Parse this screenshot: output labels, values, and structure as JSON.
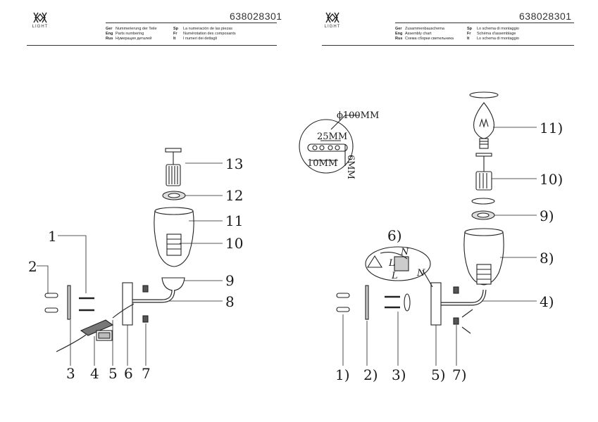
{
  "left_sheet": {
    "logo_text": "LIGHT",
    "code": "638028301",
    "legend": [
      {
        "lang": "Ger",
        "text": "Nummerierung der Teile"
      },
      {
        "lang": "Eng",
        "text": "Parts numbering"
      },
      {
        "lang": "Rus",
        "text": "Нумерация деталей"
      }
    ],
    "legend2": [
      {
        "lang": "Sp",
        "text": "La numeración de las piezas"
      },
      {
        "lang": "Fr",
        "text": "Numérotation des composants"
      },
      {
        "lang": "It",
        "text": "I numeri dei dettagli"
      }
    ],
    "part_labels": {
      "p1": "1",
      "p2": "2",
      "p3": "3",
      "p4": "4",
      "p5": "5",
      "p6": "6",
      "p7": "7",
      "p8": "8",
      "p9": "9",
      "p10": "10",
      "p11": "11",
      "p12": "12",
      "p13": "13"
    }
  },
  "right_sheet": {
    "logo_text": "LIGHT",
    "code": "638028301",
    "legend": [
      {
        "lang": "Ger",
        "text": "Zusammenbauschema"
      },
      {
        "lang": "Eng",
        "text": "Assembly chart"
      },
      {
        "lang": "Rus",
        "text": "Схема сборки светильника"
      }
    ],
    "legend2": [
      {
        "lang": "Sp",
        "text": "Lo schema di montaggio"
      },
      {
        "lang": "Fr",
        "text": "Schéma d'assemblage"
      },
      {
        "lang": "It",
        "text": "Lo schema di montaggio"
      }
    ],
    "mount_plate": {
      "diameter": "ϕ100MM",
      "hole_spacing": "25MM",
      "slot_length": "10MM",
      "slot_width": "6MM"
    },
    "wiring": {
      "L": "L",
      "N": "N"
    },
    "step_labels": {
      "s1": "1)",
      "s2": "2)",
      "s3": "3)",
      "s4": "4)",
      "s5": "5)",
      "s6": "6)",
      "s7": "7)",
      "s8": "8)",
      "s9": "9)",
      "s10": "10)",
      "s11": "11)"
    }
  }
}
